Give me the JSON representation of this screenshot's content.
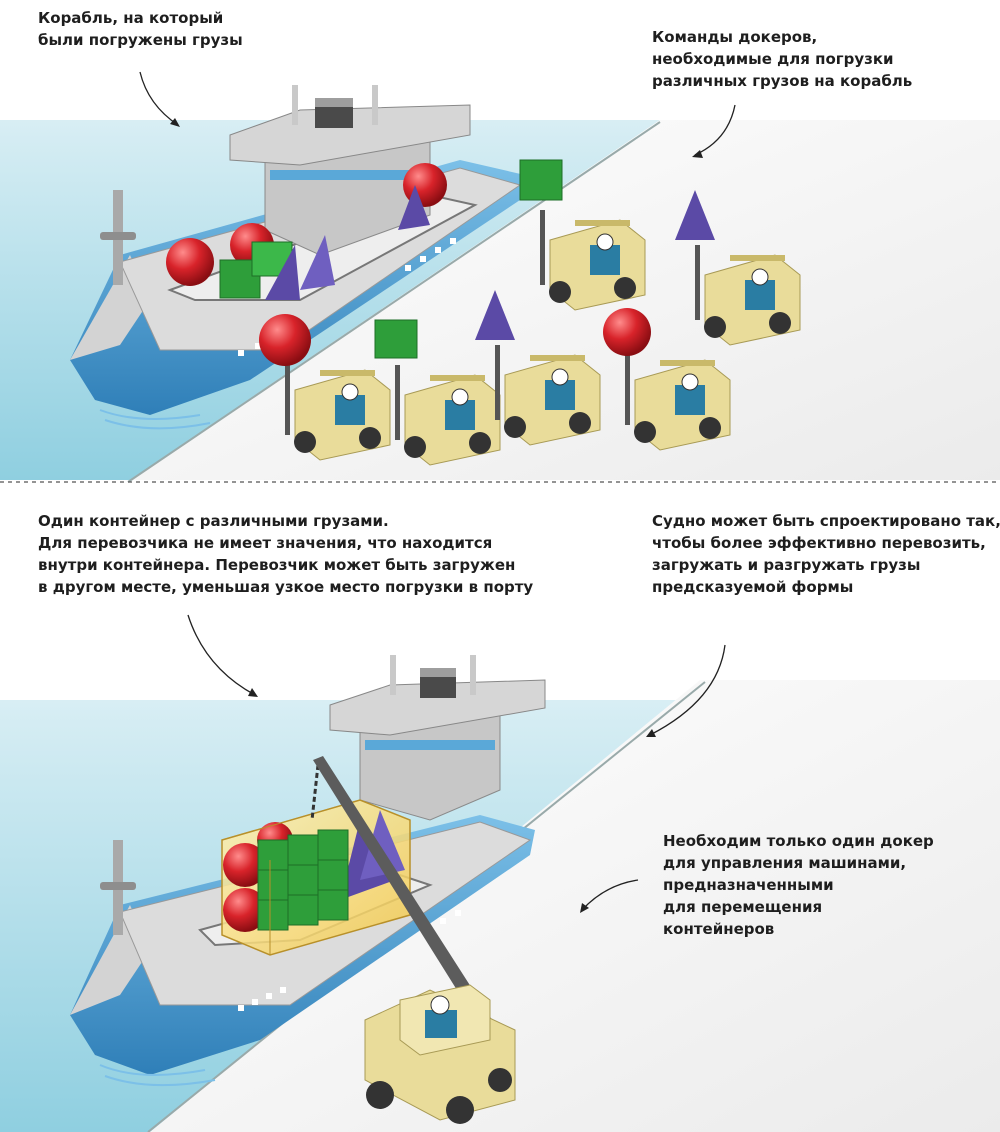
{
  "top_scene": {
    "ship_label": [
      "Корабль, на который",
      "были погружены грузы"
    ],
    "dockers_label": [
      "Команды докеров,",
      "необходимые для погрузки",
      "различных грузов на корабль"
    ]
  },
  "bottom_scene": {
    "container_label": [
      "Один контейнер с различными грузами.",
      "Для перевозчика не имеет значения, что находится",
      "внутри контейнера. Перевозчик может быть загружен",
      "в другом месте, уменьшая узкое место погрузки в порту"
    ],
    "vessel_label": [
      "Судно может быть спроектировано так,",
      "чтобы более эффективно перевозить,",
      "загружать и разгружать грузы",
      "предсказуемой формы"
    ],
    "one_docker_label": [
      "Необходим только один докер",
      "для управления машинами,",
      "предназначенными",
      "для перемещения",
      "контейнеров"
    ]
  },
  "colors": {
    "hull": "#5aa8d8",
    "deck": "#c8c8c8",
    "sphere": "#d8232a",
    "cube": "#2e9e3a",
    "wedge": "#5b4aa6",
    "forklift": "#e9dc9a",
    "container": "#f2c94c"
  }
}
